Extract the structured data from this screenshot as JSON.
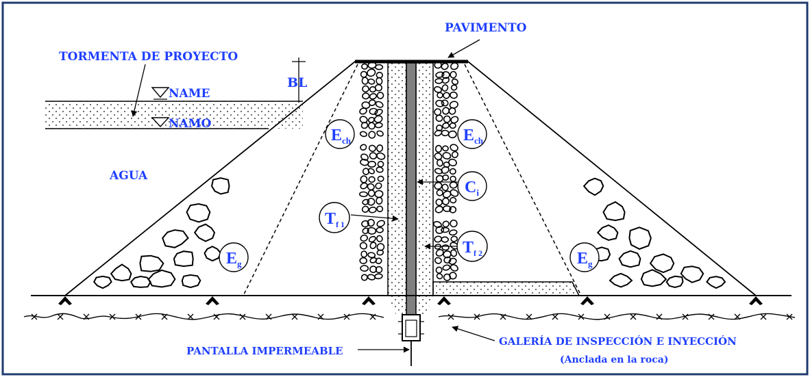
{
  "labels": {
    "pavimento": "PAVIMENTO",
    "tormenta": "TORMENTA DE PROYECTO",
    "bl": "BL",
    "name": "NAME",
    "namo": "NAMO",
    "agua": "AGUA",
    "pantalla": "PANTALLA IMPERMEABLE",
    "galeria": "GALERÍA DE INSPECCIÓN E INYECCIÓN",
    "anclada": "(Anclada en la roca)"
  },
  "zones": {
    "ech_left": {
      "main": "E",
      "sub": "ch"
    },
    "ech_right": {
      "main": "E",
      "sub": "ch"
    },
    "ci": {
      "main": "C",
      "sub": "i"
    },
    "tf1": {
      "main": "T",
      "sub": "f 1"
    },
    "tf2": {
      "main": "T",
      "sub": "f 2"
    },
    "eg_left": {
      "main": "E",
      "sub": "g"
    },
    "eg_right": {
      "main": "E",
      "sub": "g"
    }
  },
  "colors": {
    "label": "#1f3fff",
    "frame": "#1f3a6e",
    "line": "#000000"
  }
}
